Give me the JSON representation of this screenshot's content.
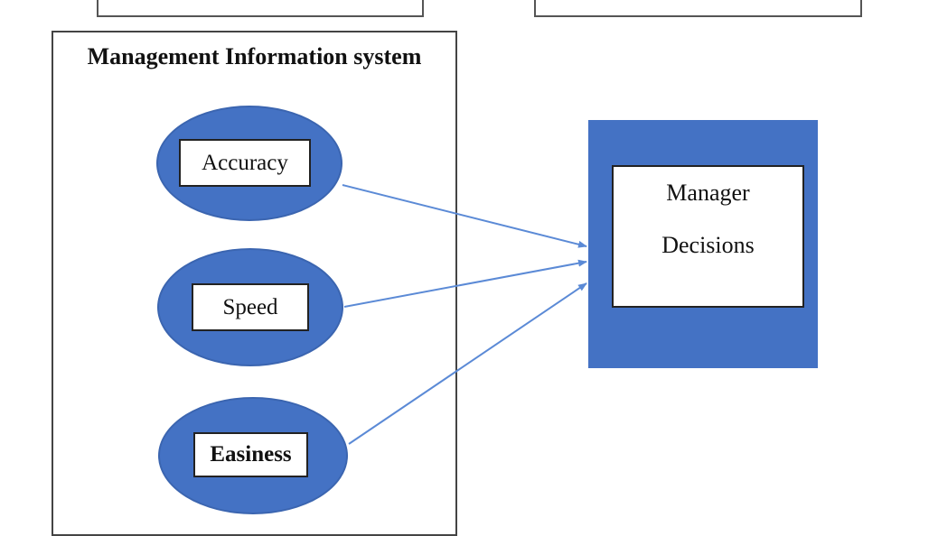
{
  "diagram": {
    "system_title": "Management Information system",
    "factors": [
      {
        "label": "Accuracy"
      },
      {
        "label": "Speed"
      },
      {
        "label": "Easiness"
      }
    ],
    "outcome": {
      "line1": "Manager",
      "line2": "Decisions"
    },
    "colors": {
      "accent": "#4472c4",
      "arrow": "#5b8ad6"
    }
  }
}
